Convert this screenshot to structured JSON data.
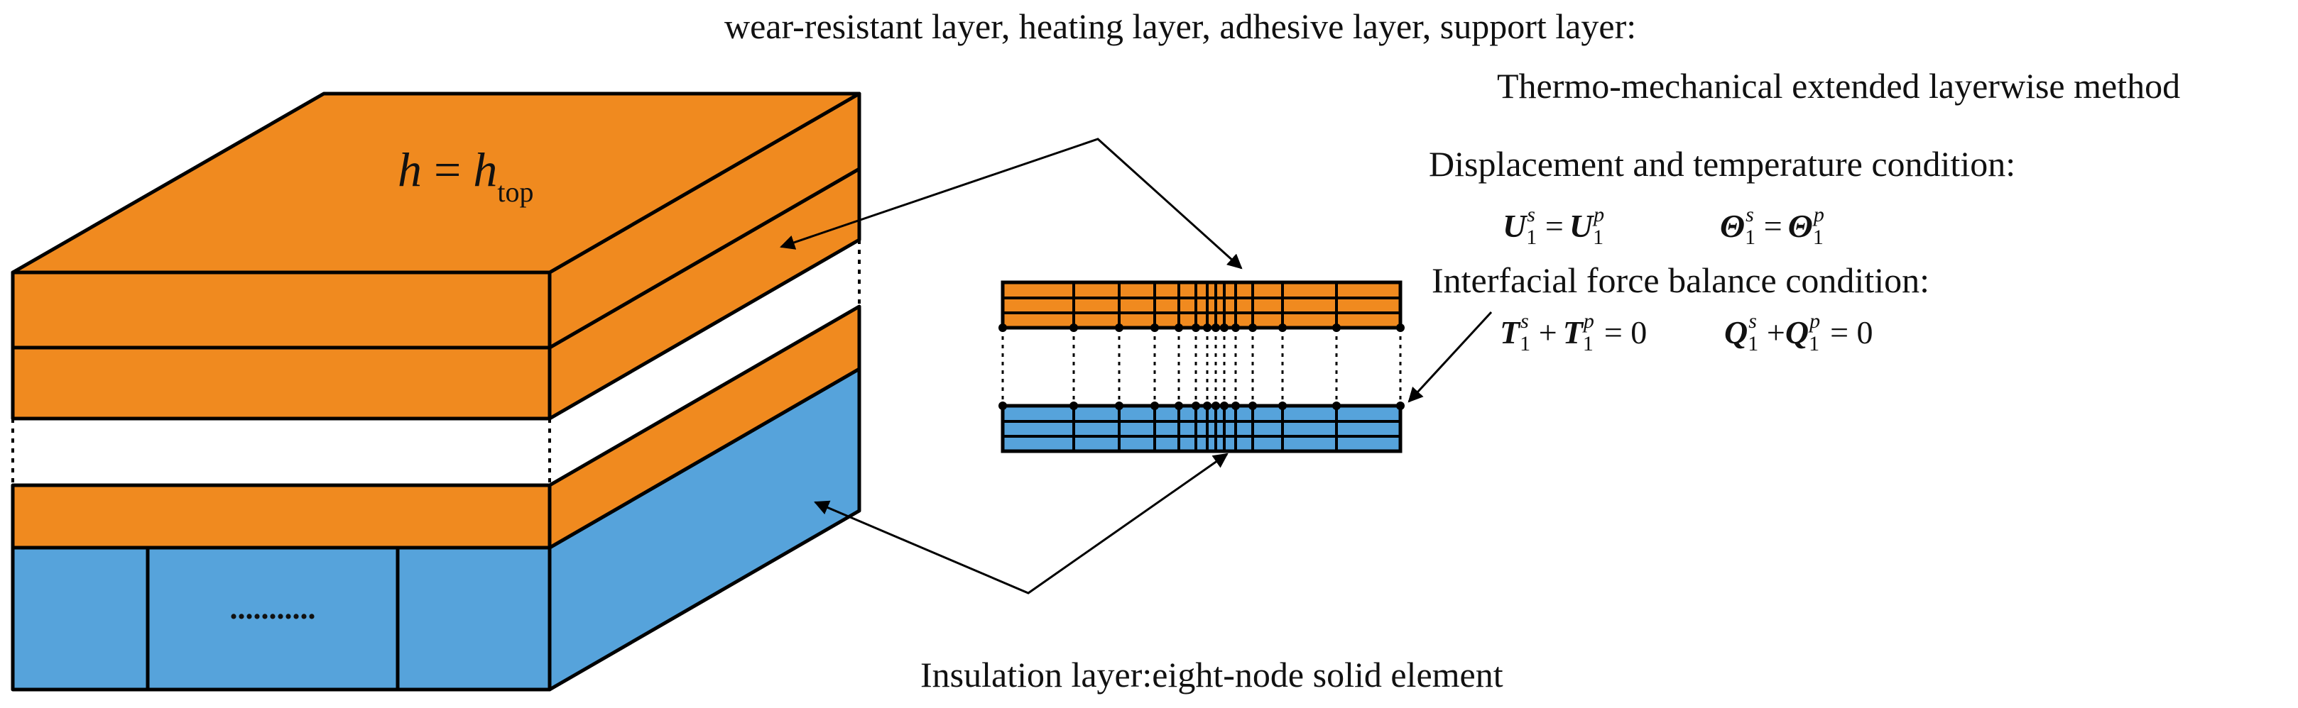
{
  "colors": {
    "orange_layer": "#F08A1F",
    "blue_layer": "#56A3DB",
    "outline": "#000000",
    "background": "#FFFFFF"
  },
  "labels": {
    "top_layers": "wear-resistant layer, heating layer, adhesive layer, support layer:",
    "method": "Thermo-mechanical extended layerwise method",
    "displacement_condition": "Displacement and temperature condition:",
    "force_condition": "Interfacial force balance condition:",
    "insulation": "Insulation layer:eight-node solid element",
    "ellipsis": "..........."
  },
  "equations": {
    "top_face": {
      "lhs": "h",
      "eq": " = ",
      "rhs": "h",
      "rhs_sub": "top"
    },
    "U": {
      "sym": "U",
      "sub": "1",
      "sup_s": "s",
      "sup_p": "p",
      "eq": "="
    },
    "Theta": {
      "sym": "Θ",
      "sub": "1",
      "sup_s": "s",
      "sup_p": "p",
      "eq": "="
    },
    "T": {
      "sym": "T",
      "sub": "1",
      "sup_s": "s",
      "sup_p": "p",
      "plus": "+",
      "eq": "= 0"
    },
    "Q": {
      "sym": "Q",
      "sub": "1",
      "sup_s": "s",
      "sup_p": "p",
      "plus": "+",
      "eq": "= 0"
    }
  }
}
